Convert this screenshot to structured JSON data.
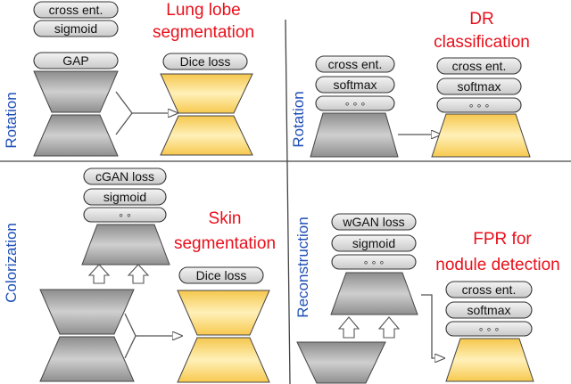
{
  "colors": {
    "task_label": "#e8101b",
    "pretext_label": "#1f4fb6",
    "encoder_fill": "#a3a3a3",
    "decoder_fill": "#fbd97a",
    "pill_fill": "#dcdcdc",
    "divider": "#444444"
  },
  "panels": [
    {
      "id": "top-left",
      "pretext": "Rotation",
      "task": [
        "Lung lobe",
        "segmentation"
      ],
      "head_layers": [
        "cross ent.",
        "sigmoid",
        "GAP"
      ],
      "decoder_layers": [
        "Dice loss"
      ]
    },
    {
      "id": "top-right",
      "pretext": "Rotation",
      "task": [
        "DR",
        "classification"
      ],
      "head_layers": [
        "cross ent.",
        "softmax",
        "◦ ◦ ◦"
      ],
      "decoder_layers": [
        "cross ent.",
        "softmax",
        "◦ ◦ ◦"
      ]
    },
    {
      "id": "bottom-left",
      "pretext": "Colorization",
      "task": [
        "Skin",
        "segmentation"
      ],
      "head_layers": [
        "cGAN loss",
        "sigmoid",
        "◦ ◦"
      ],
      "decoder_layers": [
        "Dice loss"
      ]
    },
    {
      "id": "bottom-right",
      "pretext": "Reconstruction",
      "task": [
        "FPR for",
        "nodule detection"
      ],
      "head_layers": [
        "wGAN loss",
        "sigmoid",
        "◦ ◦ ◦"
      ],
      "decoder_layers": [
        "cross ent.",
        "softmax",
        "◦ ◦ ◦"
      ]
    }
  ]
}
